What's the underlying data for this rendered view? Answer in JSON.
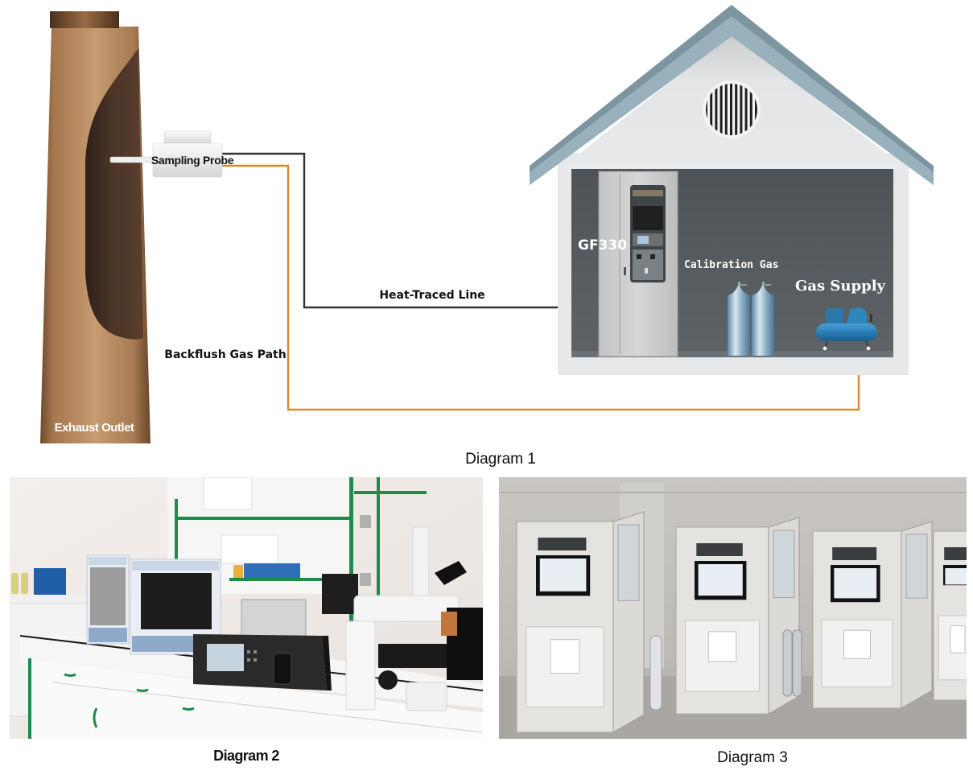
{
  "diagram1": {
    "caption": "Diagram 1",
    "labels": {
      "sampling_probe": "Sampling Probe",
      "exhaust_outlet": "Exhaust Outlet",
      "heat_traced_line": "Heat-Traced Line",
      "backflush_gas_path": "Backflush Gas Path",
      "analyzer": "GF330",
      "calibration_gas": "Calibration Gas",
      "gas_supply": "Gas Supply"
    },
    "components": [
      {
        "id": "chimney",
        "name": "Exhaust stack",
        "icon": "chimney-icon"
      },
      {
        "id": "probe",
        "name": "Sampling Probe",
        "icon": "probe-icon"
      },
      {
        "id": "shelter",
        "name": "Analyzer shelter",
        "icon": "house-icon"
      },
      {
        "id": "cabinet",
        "name": "GF330 analyzer cabinet",
        "icon": "cabinet-icon"
      },
      {
        "id": "cylinders",
        "name": "Calibration gas cylinders",
        "icon": "gas-cylinder-icon",
        "count": 2
      },
      {
        "id": "compressor",
        "name": "Gas supply air compressor",
        "icon": "compressor-icon"
      }
    ],
    "connections": [
      {
        "from": "probe",
        "to": "cabinet",
        "label": "Heat-Traced Line",
        "color": "#333333"
      },
      {
        "from": "compressor",
        "to": "probe",
        "label": "Backflush Gas Path",
        "color": "#D88A2C"
      }
    ],
    "colors": {
      "heat_traced_line": "#333333",
      "backflush_line": "#D88A2C",
      "chimney": "#B98A5E",
      "chimney_inner": "#4A3428",
      "roof": "#7E97A3",
      "house_wall": "#E6E7E8",
      "house_interior": "#565C5F",
      "cylinder": "#8FB3CC",
      "compressor": "#2F7FB5"
    }
  },
  "diagram2": {
    "caption": "Diagram 2",
    "description": "Laboratory bench with GF330 bench-top analyzer, dissolution testers and microscope"
  },
  "diagram3": {
    "caption": "Diagram 3",
    "description": "Row of installed analyzer cabinets with open doors and gas cylinders"
  }
}
